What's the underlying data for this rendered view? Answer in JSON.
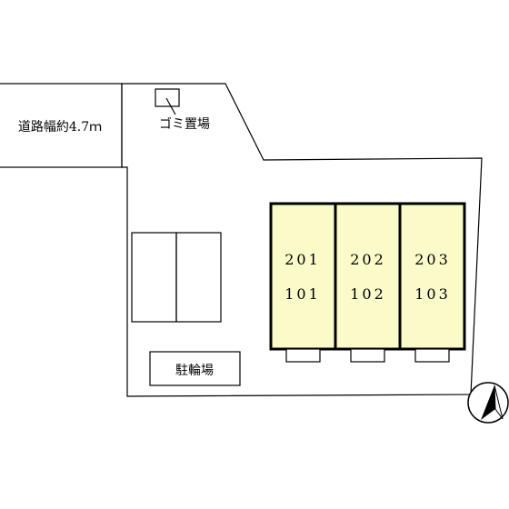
{
  "road": {
    "label": "道路幅約4.7ｍ"
  },
  "garbage": {
    "label": "ゴミ置場"
  },
  "bicycle": {
    "label": "駐輪場"
  },
  "units": [
    {
      "upper": "201",
      "lower": "101"
    },
    {
      "upper": "202",
      "lower": "102"
    },
    {
      "upper": "203",
      "lower": "103"
    }
  ],
  "colors": {
    "unit_fill": "#fbfbc9",
    "line": "#000000",
    "background": "#ffffff"
  },
  "icons": {
    "north": "north-arrow-icon"
  }
}
